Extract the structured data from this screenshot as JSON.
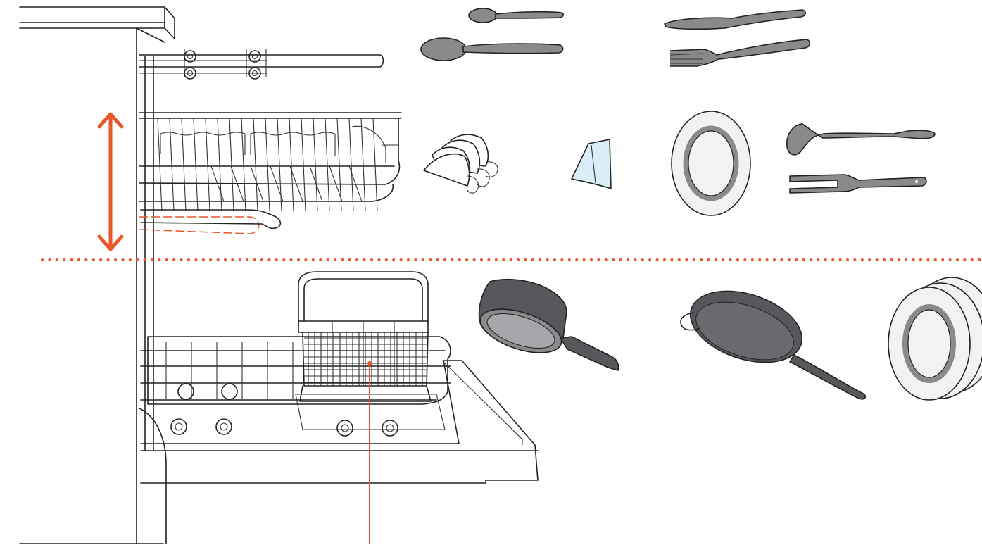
{
  "colors": {
    "accent": "#e8562a",
    "outline": "#222222",
    "metal": "#8a8a8d",
    "metal_light": "#a6a6aa",
    "pan": "#58585c",
    "glass": "#d9eef8",
    "plate": "#f2f2f2"
  },
  "diagram": {
    "appliance": "dishwasher-open-side-view",
    "indicators": [
      "upper-rack-height-adjust-arrow",
      "rack-divider-dotted-line",
      "cutlery-basket-pointer-line"
    ],
    "upper_rack_items": [
      "teaspoon",
      "tablespoon",
      "knife",
      "fork",
      "cups",
      "glass",
      "dinner-plate",
      "ladle",
      "serving-fork"
    ],
    "lower_rack_items": [
      "saucepan",
      "frying-pan",
      "plates"
    ]
  }
}
